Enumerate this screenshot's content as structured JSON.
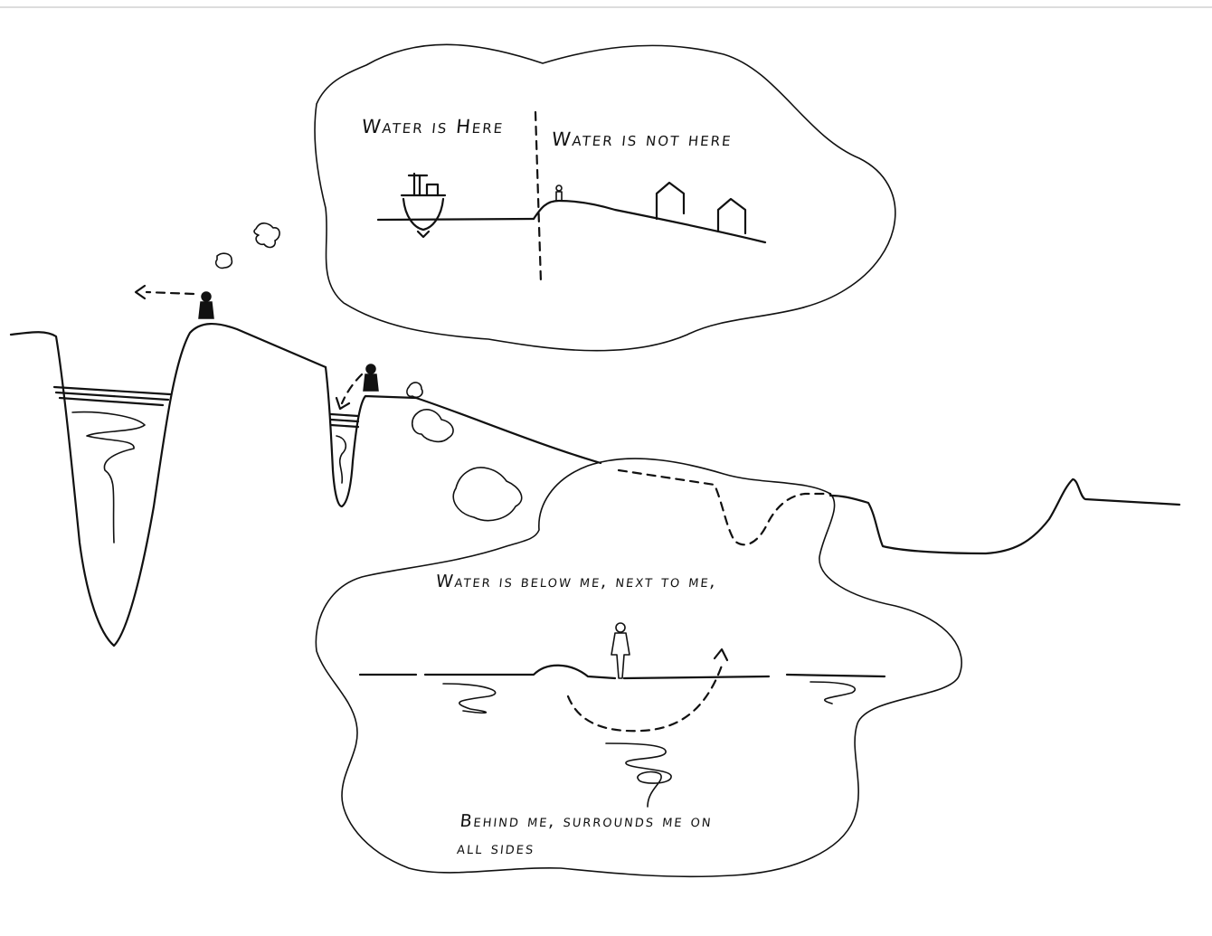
{
  "labels": {
    "water_is_here": "Water is Here",
    "water_is_not_here": "Water is not here",
    "water_is_below": "Water is below me, next to me,",
    "behind_me": "Behind me, surrounds me on",
    "all_sides": "all sides"
  },
  "colors": {
    "ink": "#111111",
    "paper": "#ffffff"
  }
}
